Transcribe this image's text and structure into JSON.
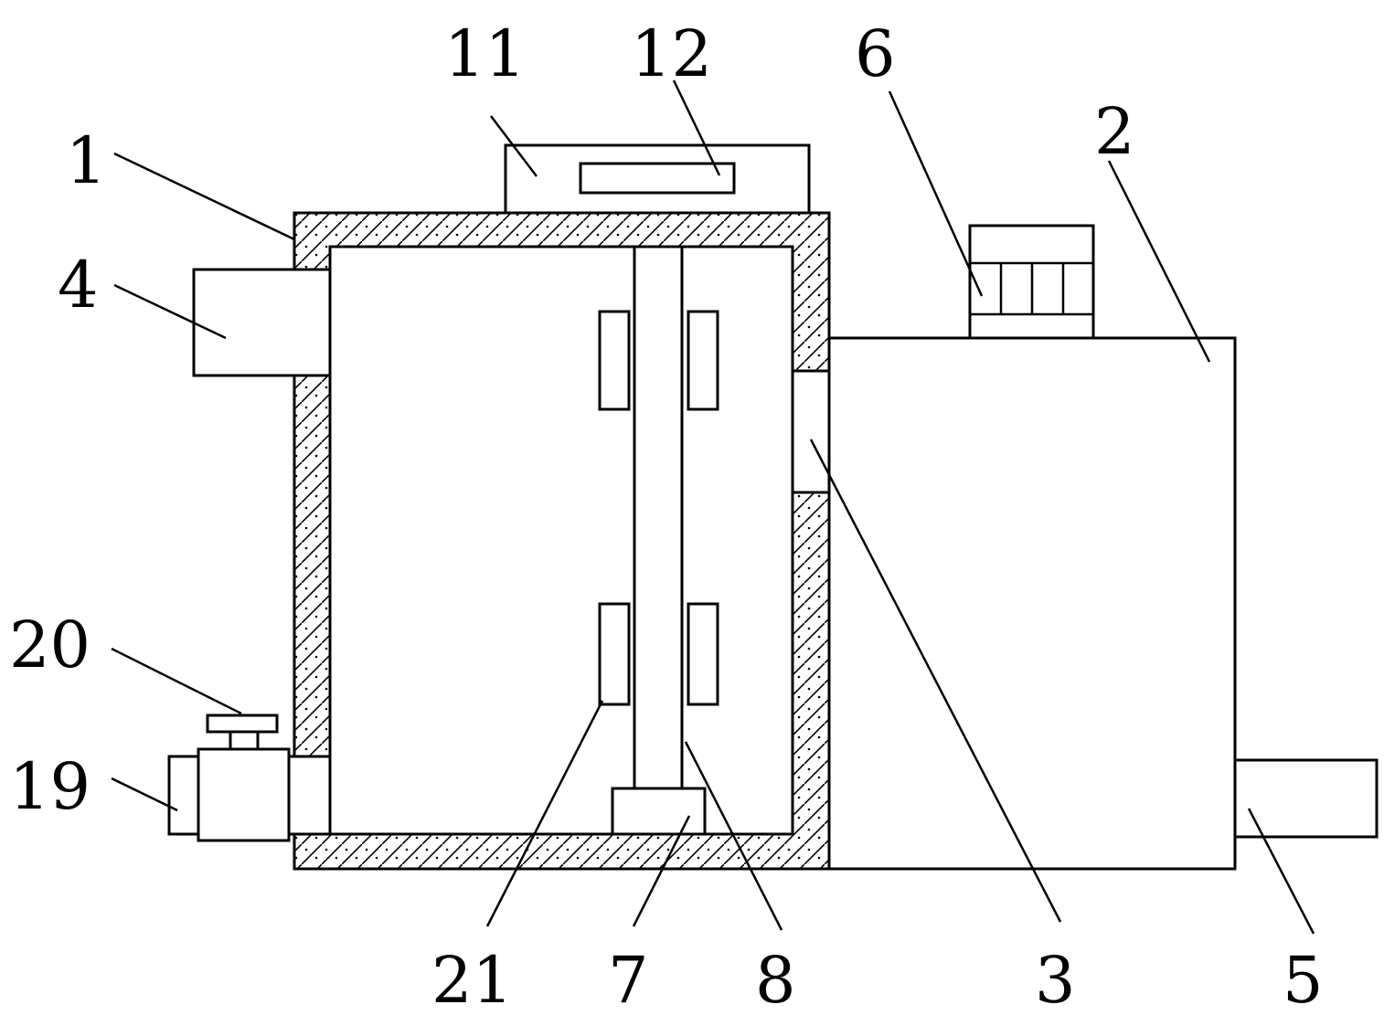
{
  "labels": {
    "l1": "1",
    "l2": "2",
    "l3": "3",
    "l4": "4",
    "l5": "5",
    "l6": "6",
    "l7": "7",
    "l8": "8",
    "l11": "11",
    "l12": "12",
    "l19": "19",
    "l20": "20",
    "l21": "21"
  },
  "colors": {
    "line": "#000000",
    "background": "#ffffff"
  }
}
